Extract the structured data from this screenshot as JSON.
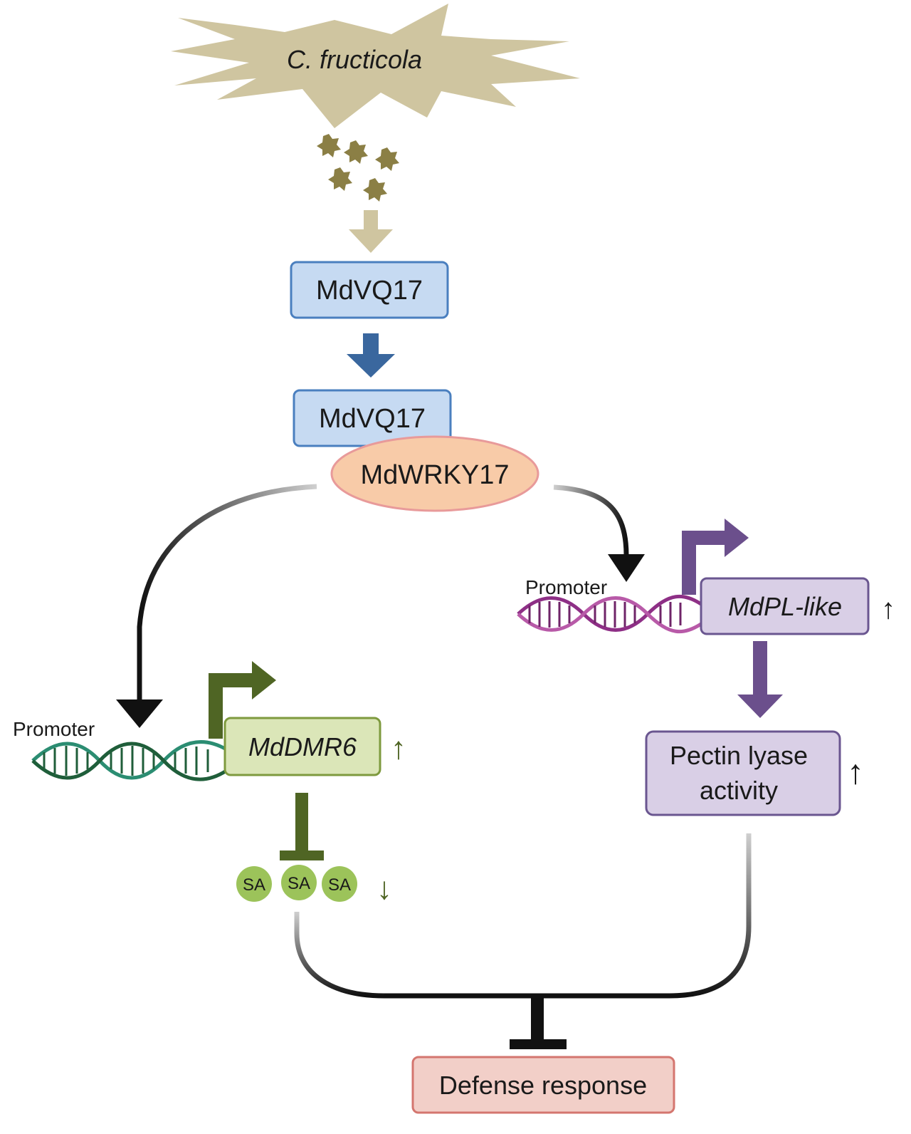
{
  "pathogen": {
    "label": "C. fructicola"
  },
  "nodes": {
    "vq17_top": "MdVQ17",
    "vq17_complex": "MdVQ17",
    "wrky17": "MdWRKY17",
    "promoter_left": "Promoter",
    "promoter_right": "Promoter",
    "dmr6": "MdDMR6",
    "pl_like": "MdPL-like",
    "pectin_line1": "Pectin lyase",
    "pectin_line2": "activity",
    "defense": "Defense response"
  },
  "metabolite": {
    "label": "SA",
    "count": 3
  },
  "trend_symbols": {
    "dmr6": "↑",
    "pl_like": "↑",
    "pectin": "↑",
    "sa": "↓"
  },
  "colors": {
    "pathogen": "#cfc5a0",
    "spores": "#8b7f45",
    "vq_fill": "#c6daf2",
    "vq_stroke": "#4a7fbf",
    "vq_arrow": "#3a679e",
    "wrky_fill": "#f8cba8",
    "wrky_stroke": "#e89a9a",
    "dmr6_fill": "#dbe6b8",
    "dmr6_stroke": "#7e9a3e",
    "dmr6_arrow": "#4f6524",
    "dna_left": "#2b8d72",
    "pl_fill": "#d9cfe6",
    "pl_stroke": "#6a5690",
    "pl_arrow": "#6b4f8c",
    "dna_right": "#8e2f86",
    "sa_fill": "#9cc35a",
    "defense_fill": "#f2cfc8",
    "defense_stroke": "#d4766f"
  }
}
